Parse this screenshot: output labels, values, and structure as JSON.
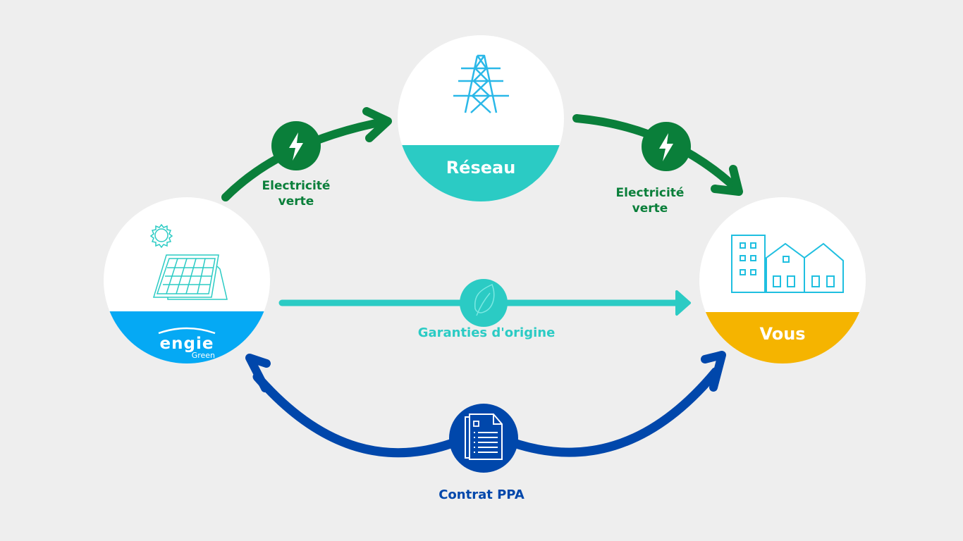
{
  "nodes": {
    "producer": {
      "brand": "engie",
      "sub": "Green",
      "color": "#05a9f4"
    },
    "grid": {
      "label": "Réseau",
      "color": "#2bcbc4"
    },
    "consumer": {
      "label": "Vous",
      "color": "#f5b400"
    }
  },
  "flows": {
    "green_left": {
      "label_line1": "Electricité",
      "label_line2": "verte",
      "icon": "lightning-icon"
    },
    "green_right": {
      "label_line1": "Electricité",
      "label_line2": "verte",
      "icon": "lightning-icon"
    },
    "guarantees": {
      "label": "Garanties d'origine",
      "icon": "leaf-icon"
    },
    "contract": {
      "label": "Contrat PPA",
      "icon": "document-icon"
    }
  },
  "colors": {
    "green": "#0a7f3a",
    "teal": "#2bcbc4",
    "blue": "#0047ab",
    "engie_blue": "#05a9f4",
    "yellow": "#f5b400",
    "background": "#eeeeee"
  }
}
